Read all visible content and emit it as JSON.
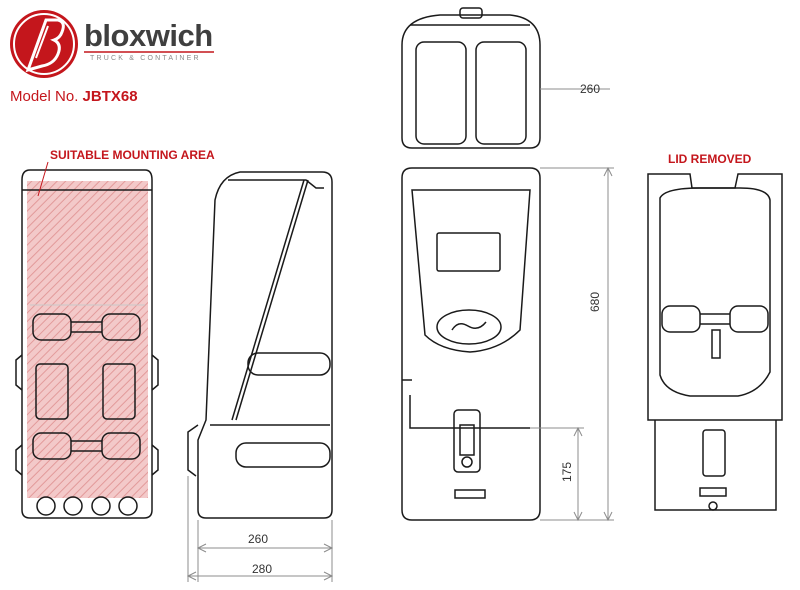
{
  "brand": {
    "name": "bloxwich",
    "subtitle": "TRUCK & CONTAINER",
    "logo_icon": "bloxwich-b-logo-icon",
    "accent_color": "#c4161c"
  },
  "model": {
    "label": "Model No.",
    "code": "JBTX68"
  },
  "labels": {
    "mounting_area": "SUITABLE MOUNTING AREA",
    "lid_removed": "LID REMOVED"
  },
  "dimensions": {
    "top_depth": "260",
    "side_depth_inner": "260",
    "side_depth_outer": "280",
    "height": "680",
    "tap_height": "175"
  },
  "colors": {
    "line": "#1a1a1a",
    "dimension_line": "#8c8c8c",
    "hatch": "#e8a3a3"
  }
}
